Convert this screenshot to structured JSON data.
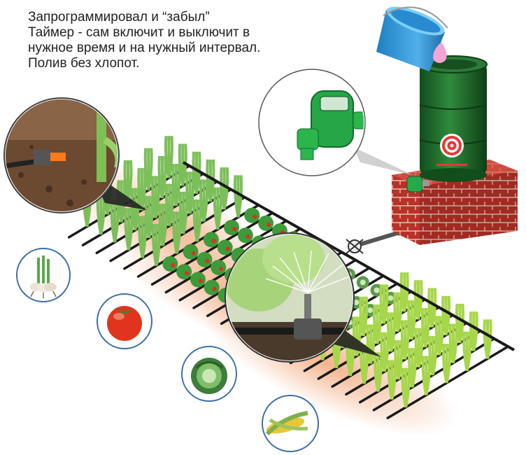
{
  "caption": {
    "lines": [
      "Запрограммировал и “забыл”",
      "Таймер - сам включит и выключит  в",
      "нужное время и на нужный интервал.",
      "Полив без хлопот."
    ]
  },
  "crops": [
    {
      "id": "onion",
      "icon": "onion-icon"
    },
    {
      "id": "tomato",
      "icon": "tomato-icon"
    },
    {
      "id": "cabbage",
      "icon": "cabbage-icon"
    },
    {
      "id": "corn",
      "icon": "corn-icon"
    }
  ],
  "colors": {
    "barrel": "#1f6b2a",
    "brick": "#c0392b",
    "pipe": "#1a1a1a",
    "timer": "#27a84a",
    "soil_glow": "#f3b58a"
  }
}
